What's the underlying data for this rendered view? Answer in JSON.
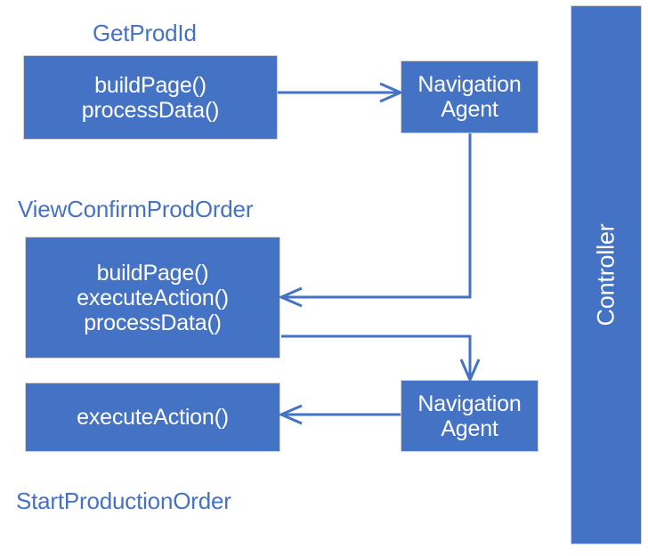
{
  "diagram": {
    "title_visible": false,
    "accent_color": "#4472C4",
    "node_border_color": "#D3D3D3",
    "node_text_color": "#FFFFFF",
    "label_text_color": "#4472C4",
    "background_color": "#FFFFFF"
  },
  "group_labels": {
    "get_prod_id": "GetProdId",
    "view_confirm_prod_order": "ViewConfirmProdOrder",
    "start_production_order": "StartProductionOrder"
  },
  "nodes": {
    "get_prod_id_methods": {
      "lines": [
        "buildPage()",
        "processData()"
      ]
    },
    "nav_agent_top": {
      "lines": [
        "Navigation",
        "Agent"
      ]
    },
    "view_confirm_prod_order_methods": {
      "lines": [
        "buildPage()",
        "executeAction()",
        "processData()"
      ]
    },
    "start_production_order_methods": {
      "lines": [
        "executeAction()"
      ]
    },
    "nav_agent_bottom": {
      "lines": [
        "Navigation",
        "Agent"
      ]
    },
    "controller": {
      "label": "Controller"
    }
  },
  "connectors": [
    {
      "name": "get-prod-id-to-nav-agent-top",
      "from": "get_prod_id_methods",
      "to": "nav_agent_top",
      "arrowhead": "end"
    },
    {
      "name": "nav-agent-top-to-view-confirm-prod-order",
      "from": "nav_agent_top",
      "to": "view_confirm_prod_order_methods",
      "arrowhead": "end"
    },
    {
      "name": "view-confirm-prod-order-to-nav-agent-bottom",
      "from": "view_confirm_prod_order_methods",
      "to": "nav_agent_bottom",
      "arrowhead": "end"
    },
    {
      "name": "nav-agent-bottom-to-start-production-order",
      "from": "nav_agent_bottom",
      "to": "start_production_order_methods",
      "arrowhead": "end"
    }
  ]
}
